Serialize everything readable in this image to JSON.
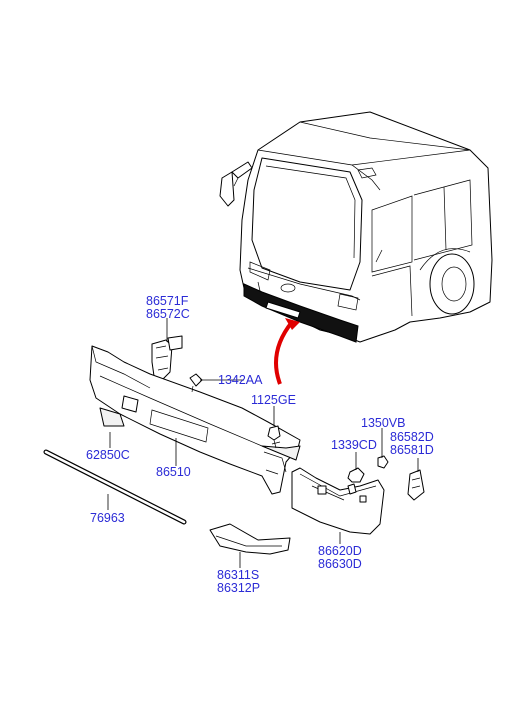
{
  "labels": {
    "p86571F": "86571F",
    "p86572C": "86572C",
    "p1342AA": "1342AA",
    "p1125GE": "1125GE",
    "p1350VB": "1350VB",
    "p1339CD": "1339CD",
    "p86582D": "86582D",
    "p86581D": "86581D",
    "p62850C": "62850C",
    "p86510": "86510",
    "p76963": "76963",
    "p86620D": "86620D",
    "p86630D": "86630D",
    "p86311S": "86311S",
    "p86312P": "86312P"
  },
  "colors": {
    "label": "#2b2bd6",
    "callout_arrow": "#e00000",
    "line": "#000000"
  }
}
